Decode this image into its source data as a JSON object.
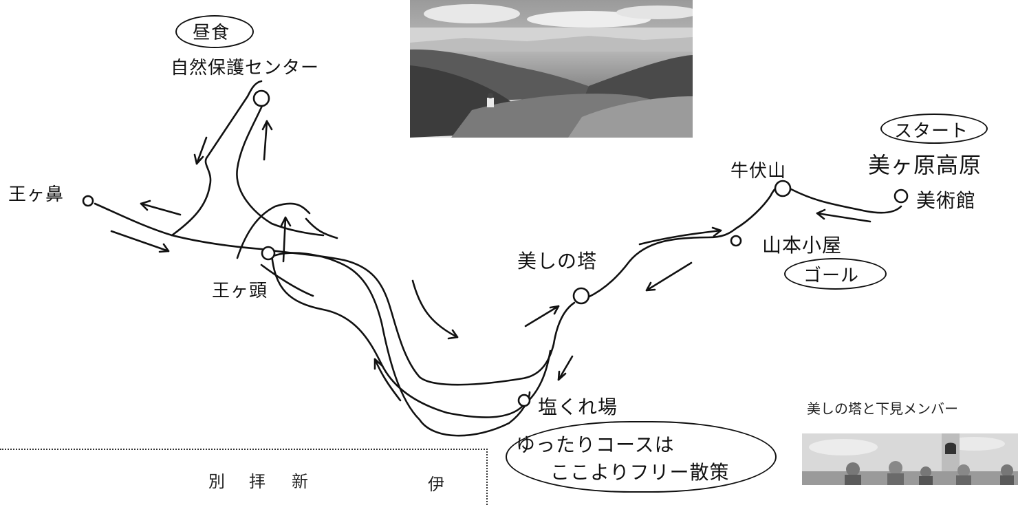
{
  "labels": {
    "lunch_tag": "昼食",
    "nature_center": "自然保護センター",
    "ougahana": "王ヶ鼻",
    "ougatou": "王ヶ頭",
    "utsukushi_tower": "美しの塔",
    "ushibuse": "牛伏山",
    "start_tag": "スタート",
    "start_place": "美ヶ原高原",
    "museum": "美術館",
    "yamamoto_hut": "山本小屋",
    "goal_tag": "ゴール",
    "shiokureba": "塩くれ場",
    "easy_course_line1": "ゆったりコースは",
    "easy_course_line2": "ここよりフリー散策"
  },
  "captions": {
    "member_photo": "美しの塔と下見メンバー"
  },
  "bottom_text": {
    "c1": "別",
    "c2": "拝",
    "c3": "新",
    "c4": "伊"
  },
  "colors": {
    "ink": "#111111",
    "background": "#ffffff"
  }
}
